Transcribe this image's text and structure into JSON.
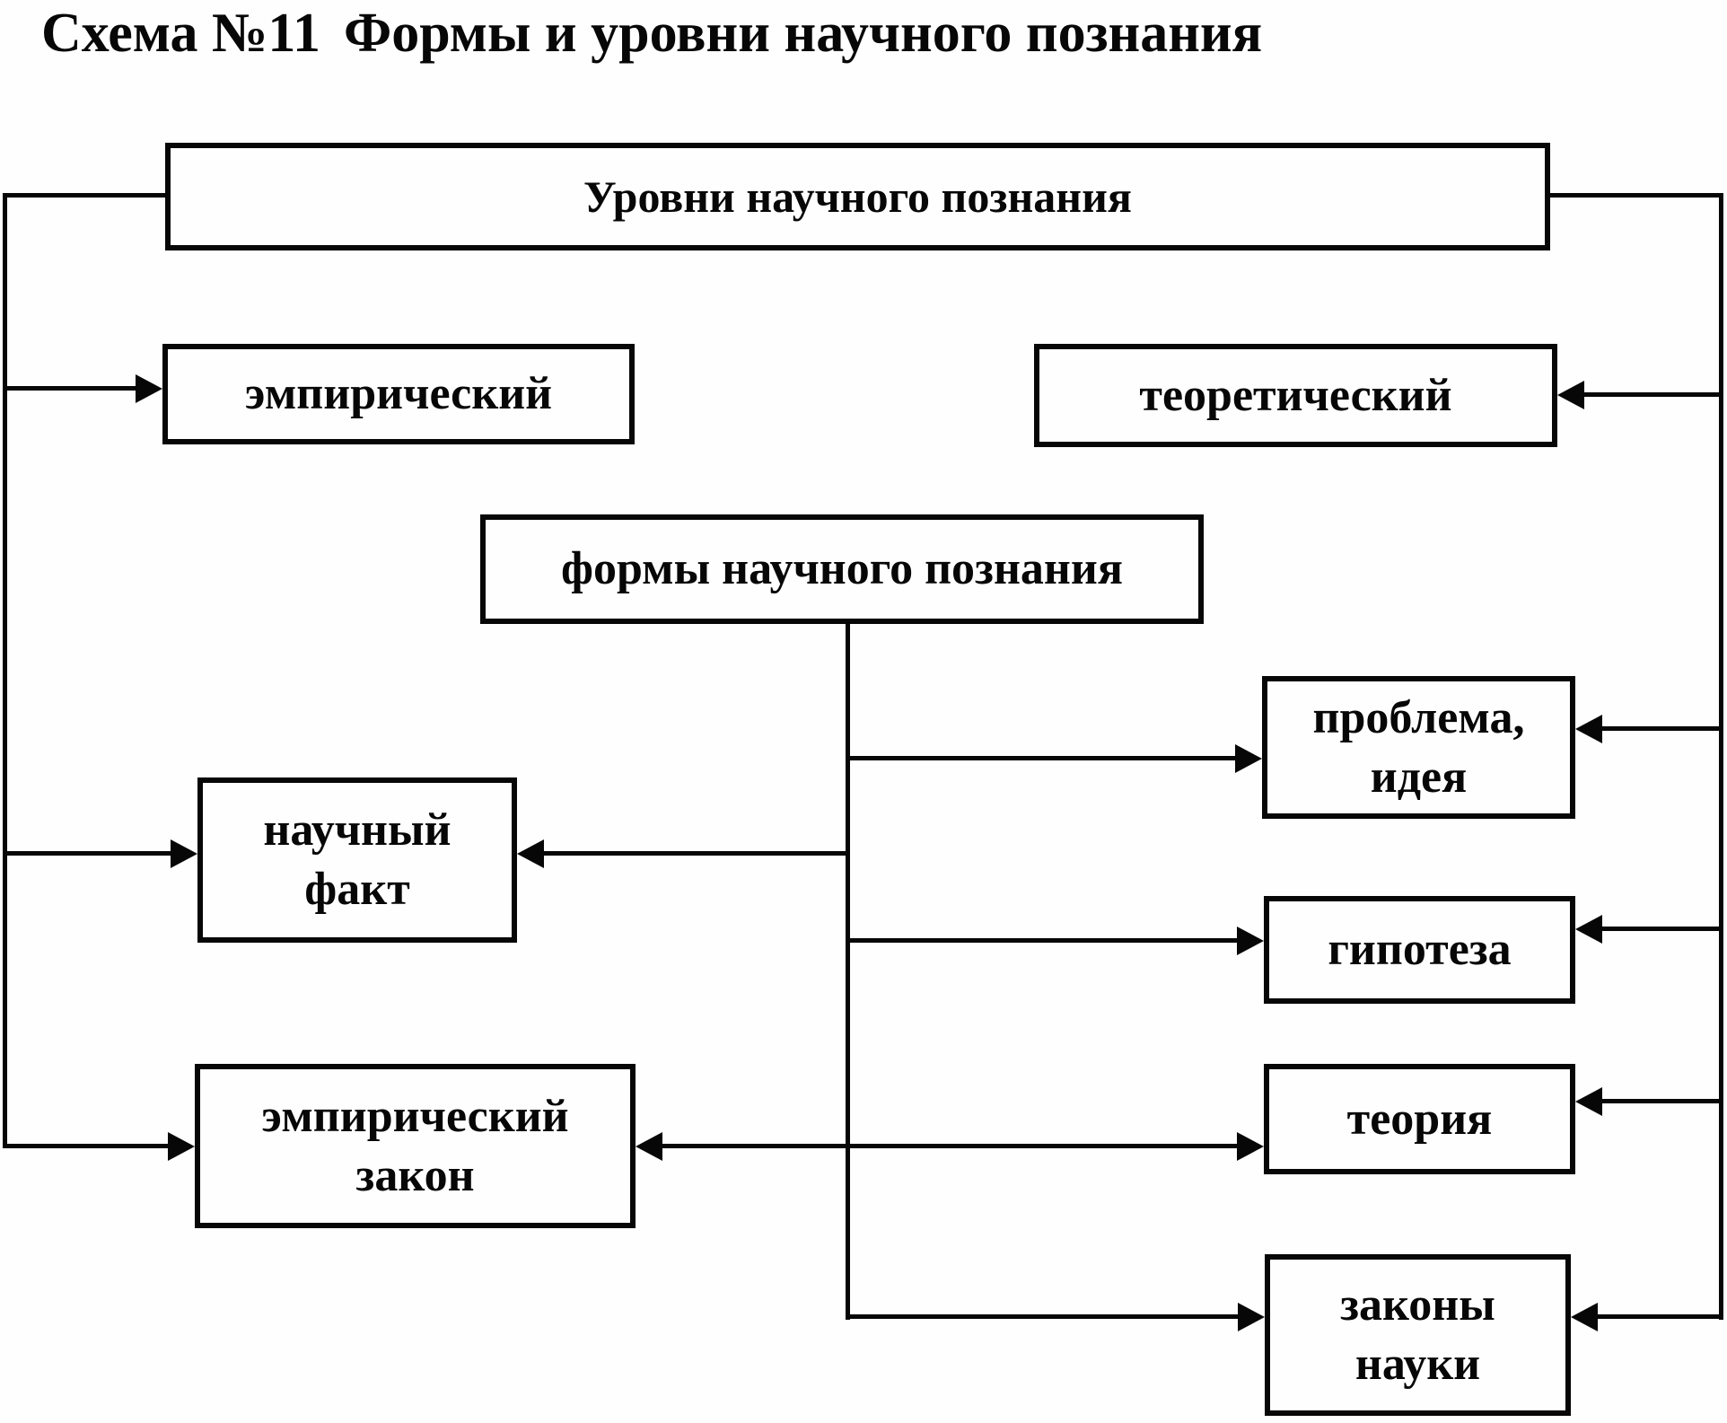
{
  "title": {
    "number": "Схема №11",
    "text": "Формы и уровни научного познания"
  },
  "nodes": {
    "levels": {
      "label": "Уровни научного познания",
      "lines": [
        "Уровни научного познания"
      ]
    },
    "empirical": {
      "label": "эмпирический",
      "lines": [
        "эмпирический"
      ]
    },
    "theoretical": {
      "label": "теоретический",
      "lines": [
        "теоретический"
      ]
    },
    "forms": {
      "label": "формы научного познания",
      "lines": [
        "формы научного познания"
      ]
    },
    "problem_idea": {
      "label": "проблема, идея",
      "lines": [
        "проблема,",
        "идея"
      ]
    },
    "scientific_fact": {
      "label": "научный факт",
      "lines": [
        "научный",
        "факт"
      ]
    },
    "hypothesis": {
      "label": "гипотеза",
      "lines": [
        "гипотеза"
      ]
    },
    "empirical_law": {
      "label": "эмпирический закон",
      "lines": [
        "эмпирический",
        "закон"
      ]
    },
    "theory": {
      "label": "теория",
      "lines": [
        "теория"
      ]
    },
    "laws_of_science": {
      "label": "законы науки",
      "lines": [
        "законы",
        "науки"
      ]
    }
  },
  "colors": {
    "ink": "#070707",
    "background": "#fefefe"
  }
}
